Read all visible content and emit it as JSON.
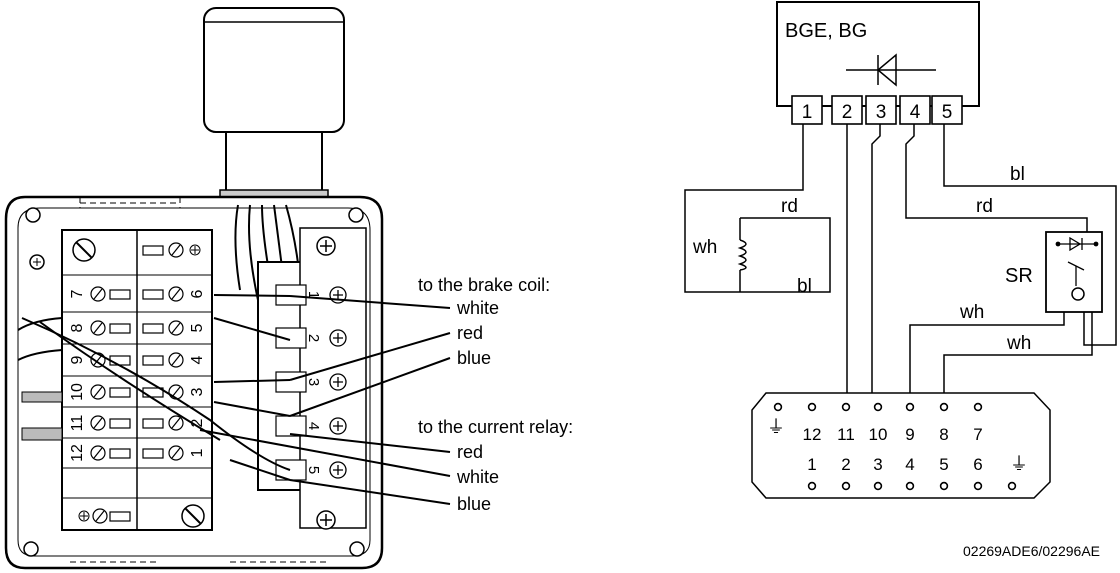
{
  "left_diagram": {
    "terminals_left": [
      "7",
      "8",
      "9",
      "10",
      "11",
      "12"
    ],
    "terminals_right": [
      "6",
      "5",
      "4",
      "3",
      "2",
      "1"
    ],
    "connector_pins": [
      "1",
      "2",
      "3",
      "4",
      "5"
    ],
    "callouts": {
      "brake_coil_heading": "to the brake coil:",
      "brake_white": "white",
      "brake_red": "red",
      "brake_blue": "blue",
      "relay_heading": "to the current relay:",
      "relay_red": "red",
      "relay_white": "white",
      "relay_blue": "blue"
    }
  },
  "right_diagram": {
    "rectifier_label": "BGE, BG",
    "terminals": [
      "1",
      "2",
      "3",
      "4",
      "5"
    ],
    "wire_labels": {
      "bl_top": "bl",
      "rd_left": "rd",
      "rd_right": "rd",
      "wh_coil": "wh",
      "bl_coil": "bl",
      "wh_upper": "wh",
      "wh_lower": "wh"
    },
    "relay_label": "SR",
    "connector_top_row": [
      "12",
      "11",
      "10",
      "9",
      "8",
      "7"
    ],
    "connector_bottom_row": [
      "1",
      "2",
      "3",
      "4",
      "5",
      "6"
    ],
    "ground_symbol": "⏚"
  },
  "figure_code": "02269ADE6/02296AE"
}
